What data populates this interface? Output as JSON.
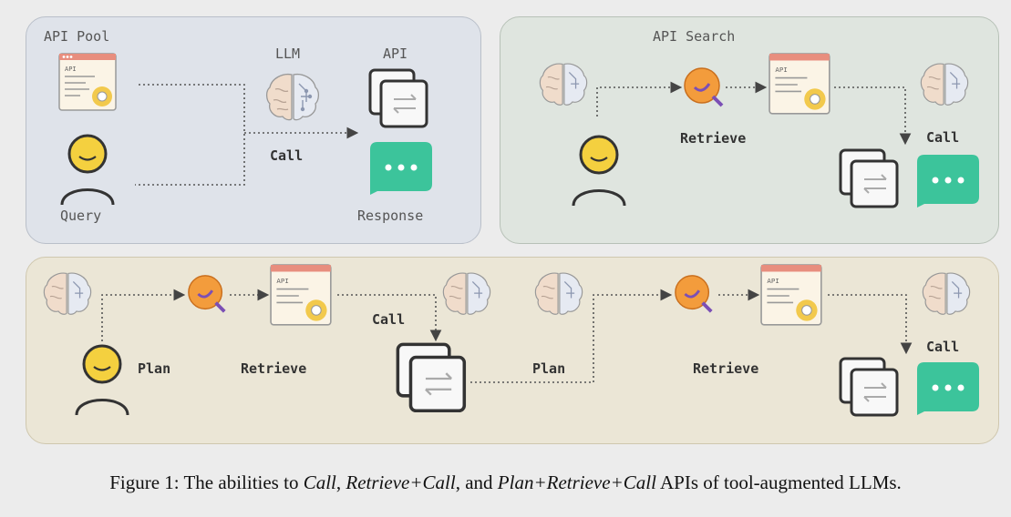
{
  "panel_call": {
    "title": "API Pool",
    "llm_label": "LLM",
    "api_label": "API",
    "call_label": "Call",
    "query_label": "Query",
    "response_label": "Response"
  },
  "panel_retrieve_call": {
    "title": "API Search",
    "retrieve_label": "Retrieve",
    "call_label": "Call"
  },
  "panel_plan_retrieve_call": {
    "plan_label_1": "Plan",
    "retrieve_label_1": "Retrieve",
    "call_label": "Call",
    "plan_label_2": "Plan",
    "retrieve_label_2": "Retrieve",
    "call_label_2": "Call"
  },
  "caption": {
    "prefix": "Figure 1: The abilities to ",
    "call": "Call",
    "sep1": ", ",
    "retrieve_call": "Retrieve+Call",
    "sep2": ", and ",
    "plan_retrieve_call": "Plan+Retrieve+Call",
    "suffix": " APIs of tool-augmented LLMs."
  },
  "colors": {
    "panel_call_bg": "#dfe3ea",
    "panel_retrieve_bg": "#dfe5df",
    "panel_plan_bg": "#ebe6d6",
    "user_face": "#f4d03f",
    "response_bubble": "#3cc49b",
    "search_ball": "#f39c3c"
  }
}
